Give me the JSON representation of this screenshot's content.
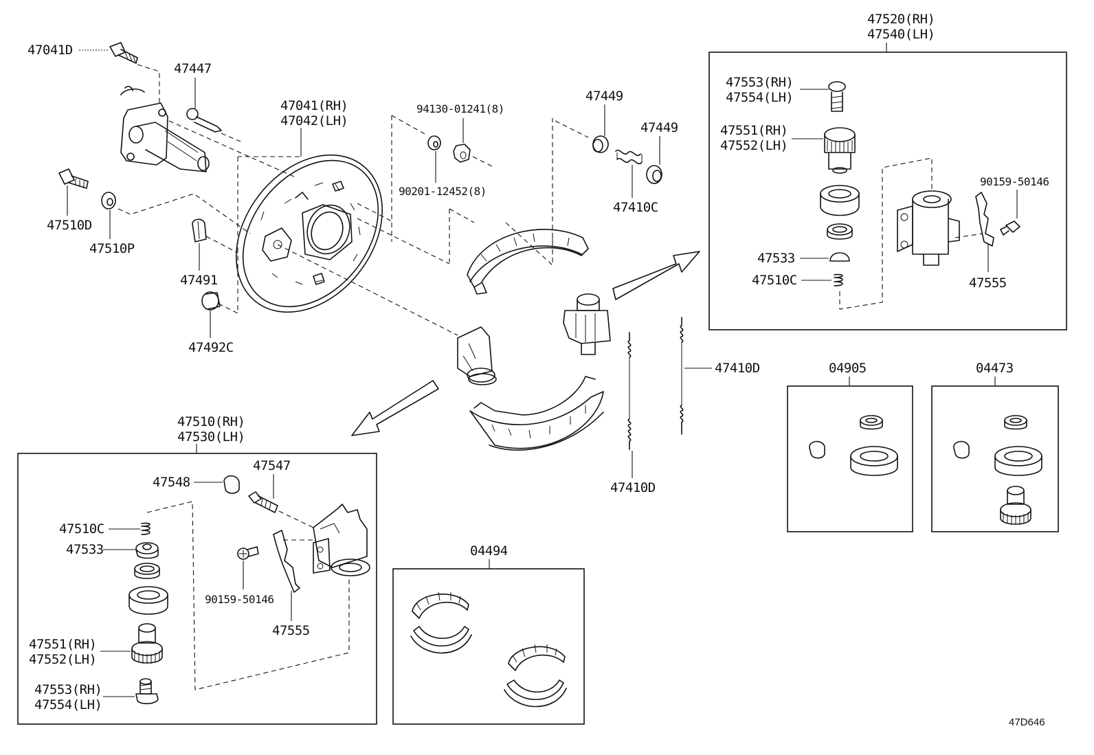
{
  "diagram_ref": "47D646",
  "labels": {
    "p47041D": "47041D",
    "p47447": "47447",
    "p47041_rh": "47041(RH)",
    "p47042_lh": "47042(LH)",
    "p94130": "94130-01241(8)",
    "p90201": "90201-12452(8)",
    "p47449_a": "47449",
    "p47449_b": "47449",
    "p47410C": "47410C",
    "p47510D": "47510D",
    "p47510P": "47510P",
    "p47491": "47491",
    "p47492C": "47492C",
    "p47410D_a": "47410D",
    "p47410D_b": "47410D"
  },
  "box_rear_wheel_cyl": {
    "title_rh": "47520(RH)",
    "title_lh": "47540(LH)",
    "p47553_rh": "47553(RH)",
    "p47554_lh": "47554(LH)",
    "p47551_rh": "47551(RH)",
    "p47552_lh": "47552(LH)",
    "p47533": "47533",
    "p47510C": "47510C",
    "p90159": "90159-50146",
    "p47555": "47555"
  },
  "box_front_wheel_cyl": {
    "title_rh": "47510(RH)",
    "title_lh": "47530(LH)",
    "p47548": "47548",
    "p47547": "47547",
    "p47510C": "47510C",
    "p47533": "47533",
    "p90159": "90159-50146",
    "p47555": "47555",
    "p47551_rh": "47551(RH)",
    "p47552_lh": "47552(LH)",
    "p47553_rh": "47553(RH)",
    "p47554_lh": "47554(LH)"
  },
  "kits": {
    "k04905": "04905",
    "k04473": "04473",
    "k04494": "04494"
  }
}
